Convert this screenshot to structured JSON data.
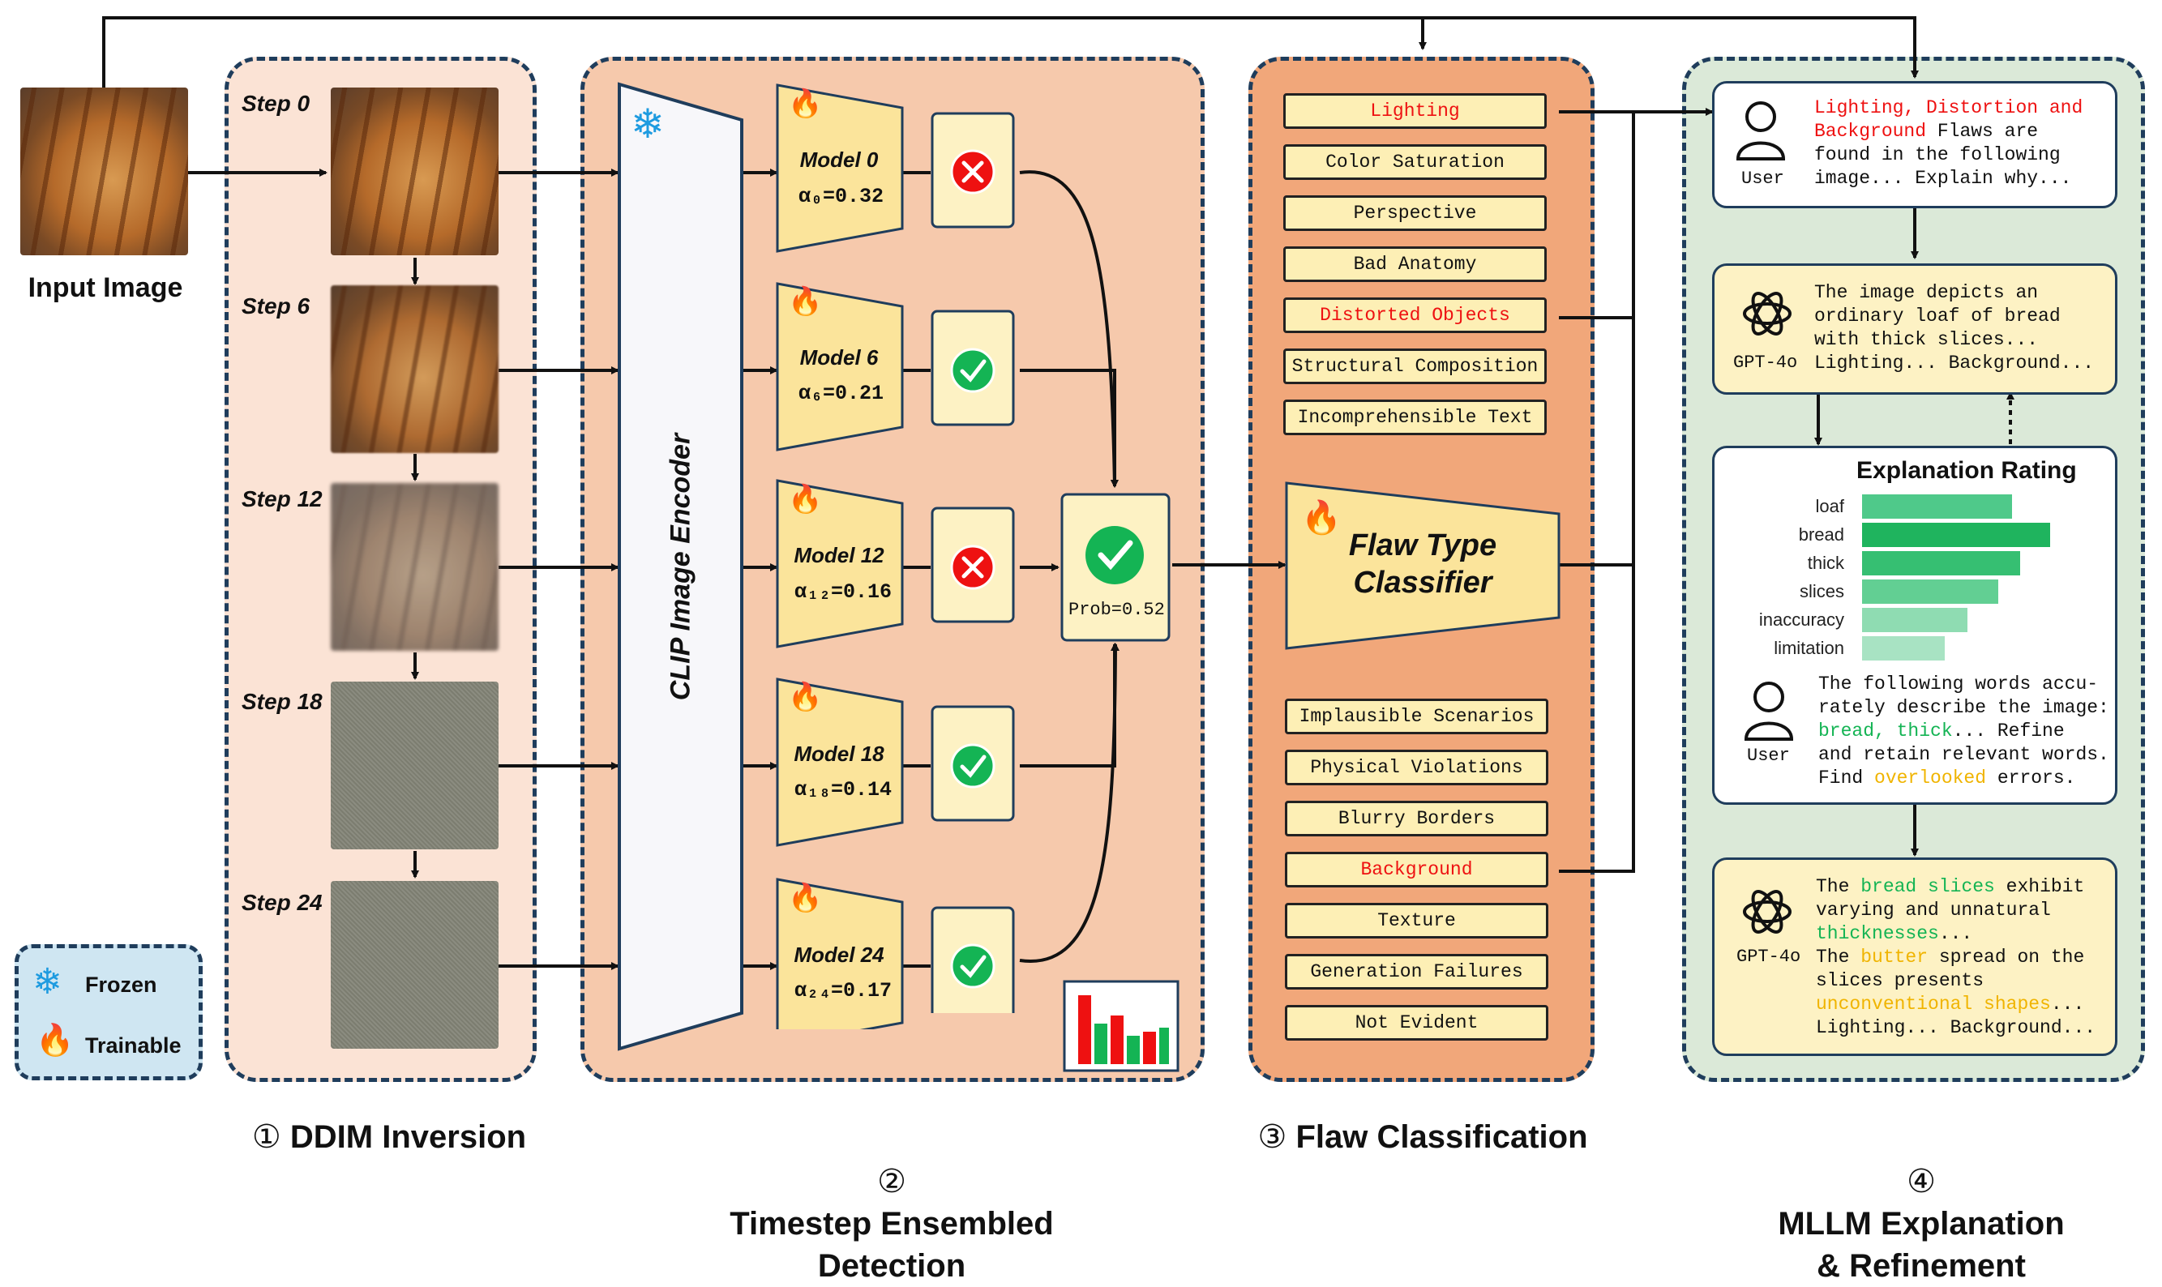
{
  "input_label": "Input Image",
  "steps": [
    "Step 0",
    "Step 6",
    "Step 12",
    "Step 18",
    "Step 24"
  ],
  "encoder_label": "CLIP Image Encoder",
  "models": [
    {
      "name": "Model 0",
      "alpha": "α₀=0.32",
      "result": "cross"
    },
    {
      "name": "Model 6",
      "alpha": "α₆=0.21",
      "result": "check"
    },
    {
      "name": "Model 12",
      "alpha": "α₁₂=0.16",
      "result": "cross"
    },
    {
      "name": "Model 18",
      "alpha": "α₁₈=0.14",
      "result": "check"
    },
    {
      "name": "Model 24",
      "alpha": "α₂₄=0.17",
      "result": "check"
    }
  ],
  "prob_label": "Prob=0.52",
  "flaw_types_top": [
    {
      "label": "Lighting",
      "highlight": true
    },
    {
      "label": "Color Saturation",
      "highlight": false
    },
    {
      "label": "Perspective",
      "highlight": false
    },
    {
      "label": "Bad Anatomy",
      "highlight": false
    },
    {
      "label": "Distorted Objects",
      "highlight": true
    },
    {
      "label": "Structural Composition",
      "highlight": false
    },
    {
      "label": "Incomprehensible Text",
      "highlight": false
    }
  ],
  "flaw_types_bottom": [
    {
      "label": "Implausible Scenarios",
      "highlight": false
    },
    {
      "label": "Physical Violations",
      "highlight": false
    },
    {
      "label": "Blurry Borders",
      "highlight": false
    },
    {
      "label": "Background",
      "highlight": true
    },
    {
      "label": "Texture",
      "highlight": false
    },
    {
      "label": "Generation Failures",
      "highlight": false
    },
    {
      "label": "Not Evident",
      "highlight": false
    }
  ],
  "classifier_label_1": "Flaw Type",
  "classifier_label_2": "Classifier",
  "legend": {
    "frozen": "Frozen",
    "trainable": "Trainable"
  },
  "chat": {
    "user1_role": "User",
    "user1_red": "Lighting, Distortion and\nBackground",
    "user1_rest": " Flaws are\nfound in the following\nimage... Explain why...",
    "gpt_role": "GPT-4o",
    "gpt1": "The image depicts an\nordinary loaf of bread\nwith thick slices...\nLighting... Background...",
    "rating_title": "Explanation Rating",
    "rating_words": [
      "loaf",
      "bread",
      "thick",
      "slices",
      "inaccuracy",
      "limitation"
    ],
    "user2_role": "User",
    "user2_line1": "The following words accu-",
    "user2_line2": "rately describe the image:",
    "user2_green": "bread, thick",
    "user2_line3_rest": "... Refine",
    "user2_line4": "and retain relevant words.",
    "user2_find": "Find ",
    "user2_yellow": "overlooked",
    "user2_end": " errors.",
    "gpt2_role": "GPT-4o",
    "gpt2_a": "The ",
    "gpt2_b": "bread slices",
    "gpt2_c": " exhibit",
    "gpt2_d": "varying and unnatural",
    "gpt2_e": "thicknesses",
    "gpt2_f": "...",
    "gpt2_g": "The ",
    "gpt2_h": "butter",
    "gpt2_i": " spread on the",
    "gpt2_j": "slices presents",
    "gpt2_k": "unconventional shapes",
    "gpt2_l": "...",
    "gpt2_m": "Lighting... Background..."
  },
  "sections": [
    {
      "num": "①",
      "title": "DDIM Inversion"
    },
    {
      "num": "②",
      "title": "Timestep Ensembled\nDetection"
    },
    {
      "num": "③",
      "title": "Flaw Classification"
    },
    {
      "num": "④",
      "title": "MLLM Explanation\n& Refinement"
    }
  ],
  "colors": {
    "navy": "#1f3d5c",
    "panel1": "#fbe3d5",
    "panel2": "#f6c9ac",
    "panel3": "#f1a77a",
    "panel4": "#dbe9d8",
    "yellow": "#fbe49b",
    "red": "#e11111",
    "green": "#14b454"
  }
}
